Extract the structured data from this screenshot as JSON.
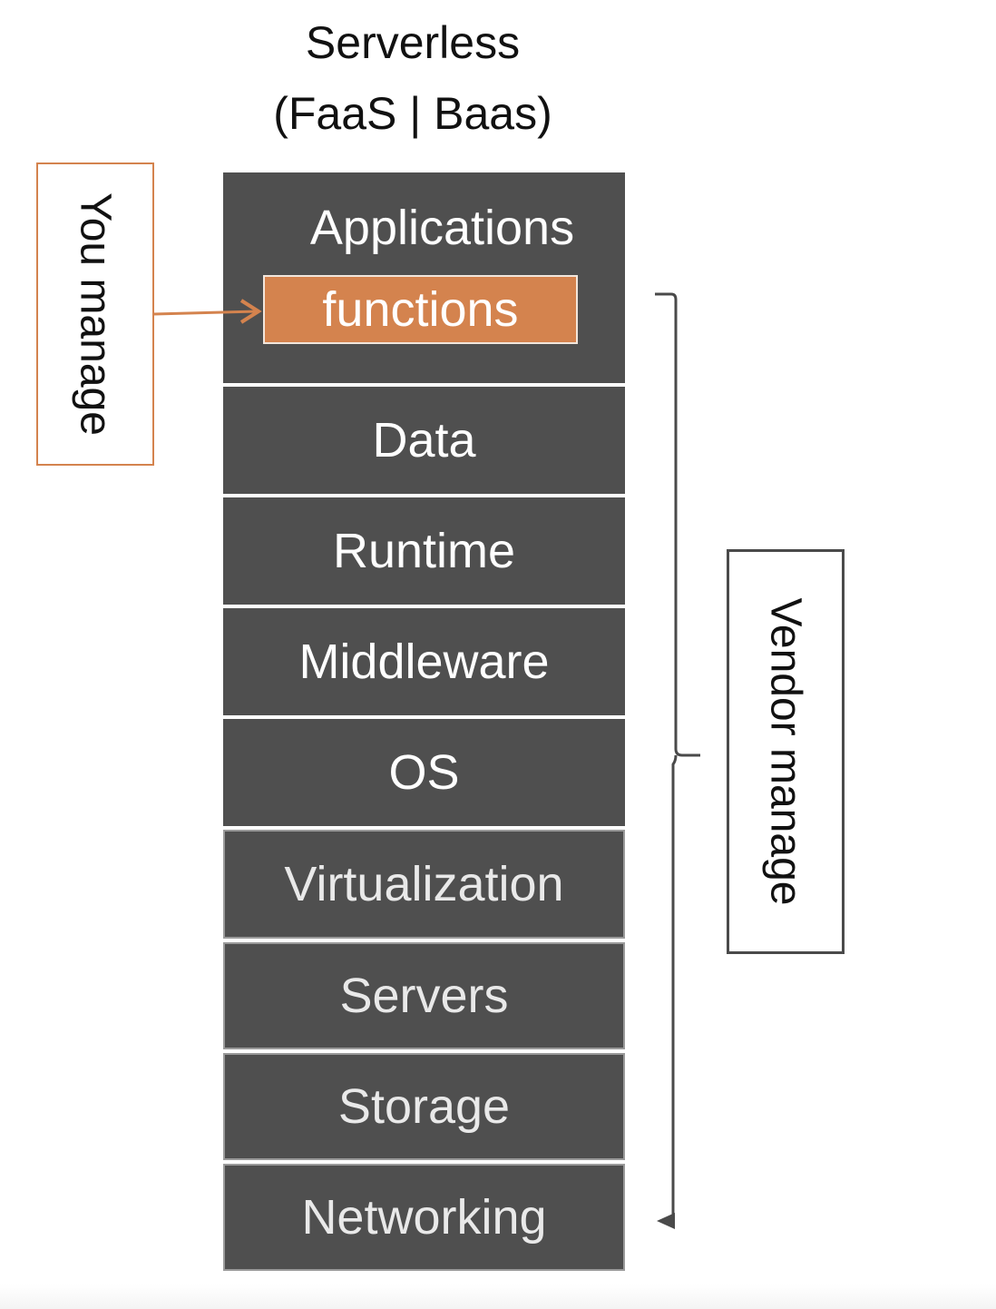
{
  "header": {
    "title_line1": "Serverless",
    "title_line2": "(FaaS | Baas)"
  },
  "stack": {
    "layers": [
      {
        "label": "Applications"
      },
      {
        "label": "Data"
      },
      {
        "label": "Runtime"
      },
      {
        "label": "Middleware"
      },
      {
        "label": "OS"
      },
      {
        "label": "Virtualization"
      },
      {
        "label": "Servers"
      },
      {
        "label": "Storage"
      },
      {
        "label": "Networking"
      }
    ],
    "highlight": {
      "label": "functions"
    }
  },
  "annotations": {
    "you_manage": "You manage",
    "vendor_manage": "Vendor manage"
  },
  "colors": {
    "layer_bg": "#4f4f4f",
    "accent_orange": "#d4834e",
    "bracket": "#4a4a4a"
  }
}
